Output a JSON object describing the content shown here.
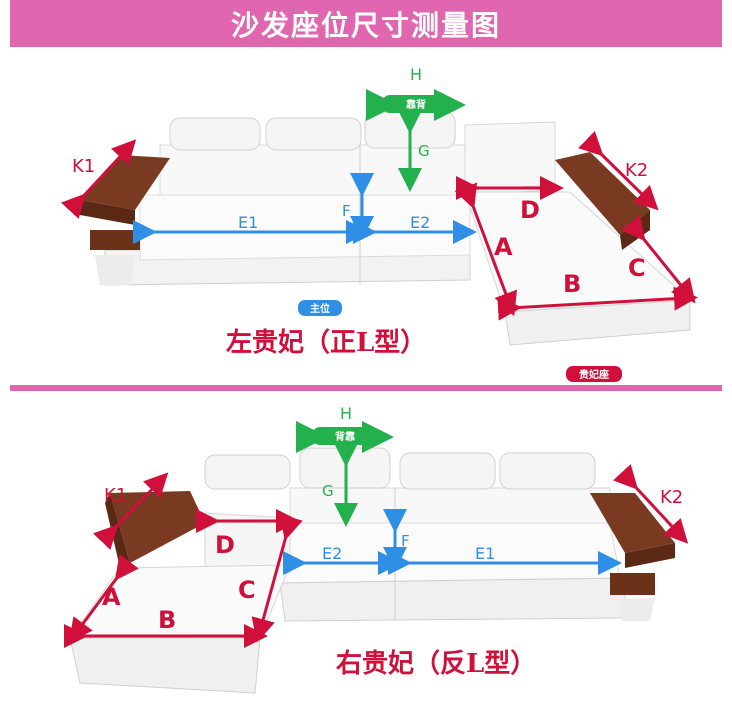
{
  "title": "沙发座位尺寸测量图",
  "panel1": {
    "caption": "左贵妃（正L型）",
    "tag_main": "主位",
    "tag_chaise": "贵妃座",
    "tag_back": "靠背",
    "labels": {
      "H": "H",
      "G": "G",
      "F": "F",
      "E1": "E1",
      "E2": "E2",
      "K1": "K1",
      "K2": "K2",
      "A": "A",
      "B": "B",
      "C": "C",
      "D": "D"
    }
  },
  "panel2": {
    "caption": "右贵妃（反L型）",
    "tag_back": "背靠",
    "labels": {
      "H": "H",
      "G": "G",
      "F": "F",
      "E1": "E1",
      "E2": "E2",
      "K1": "K1",
      "K2": "K2",
      "A": "A",
      "B": "B",
      "C": "C",
      "D": "D"
    }
  },
  "colors": {
    "header": "#e066b0",
    "measure_red": "#d0103a",
    "measure_blue": "#2f8fe6",
    "measure_green": "#22b14c",
    "wood": "#7a3a22"
  }
}
